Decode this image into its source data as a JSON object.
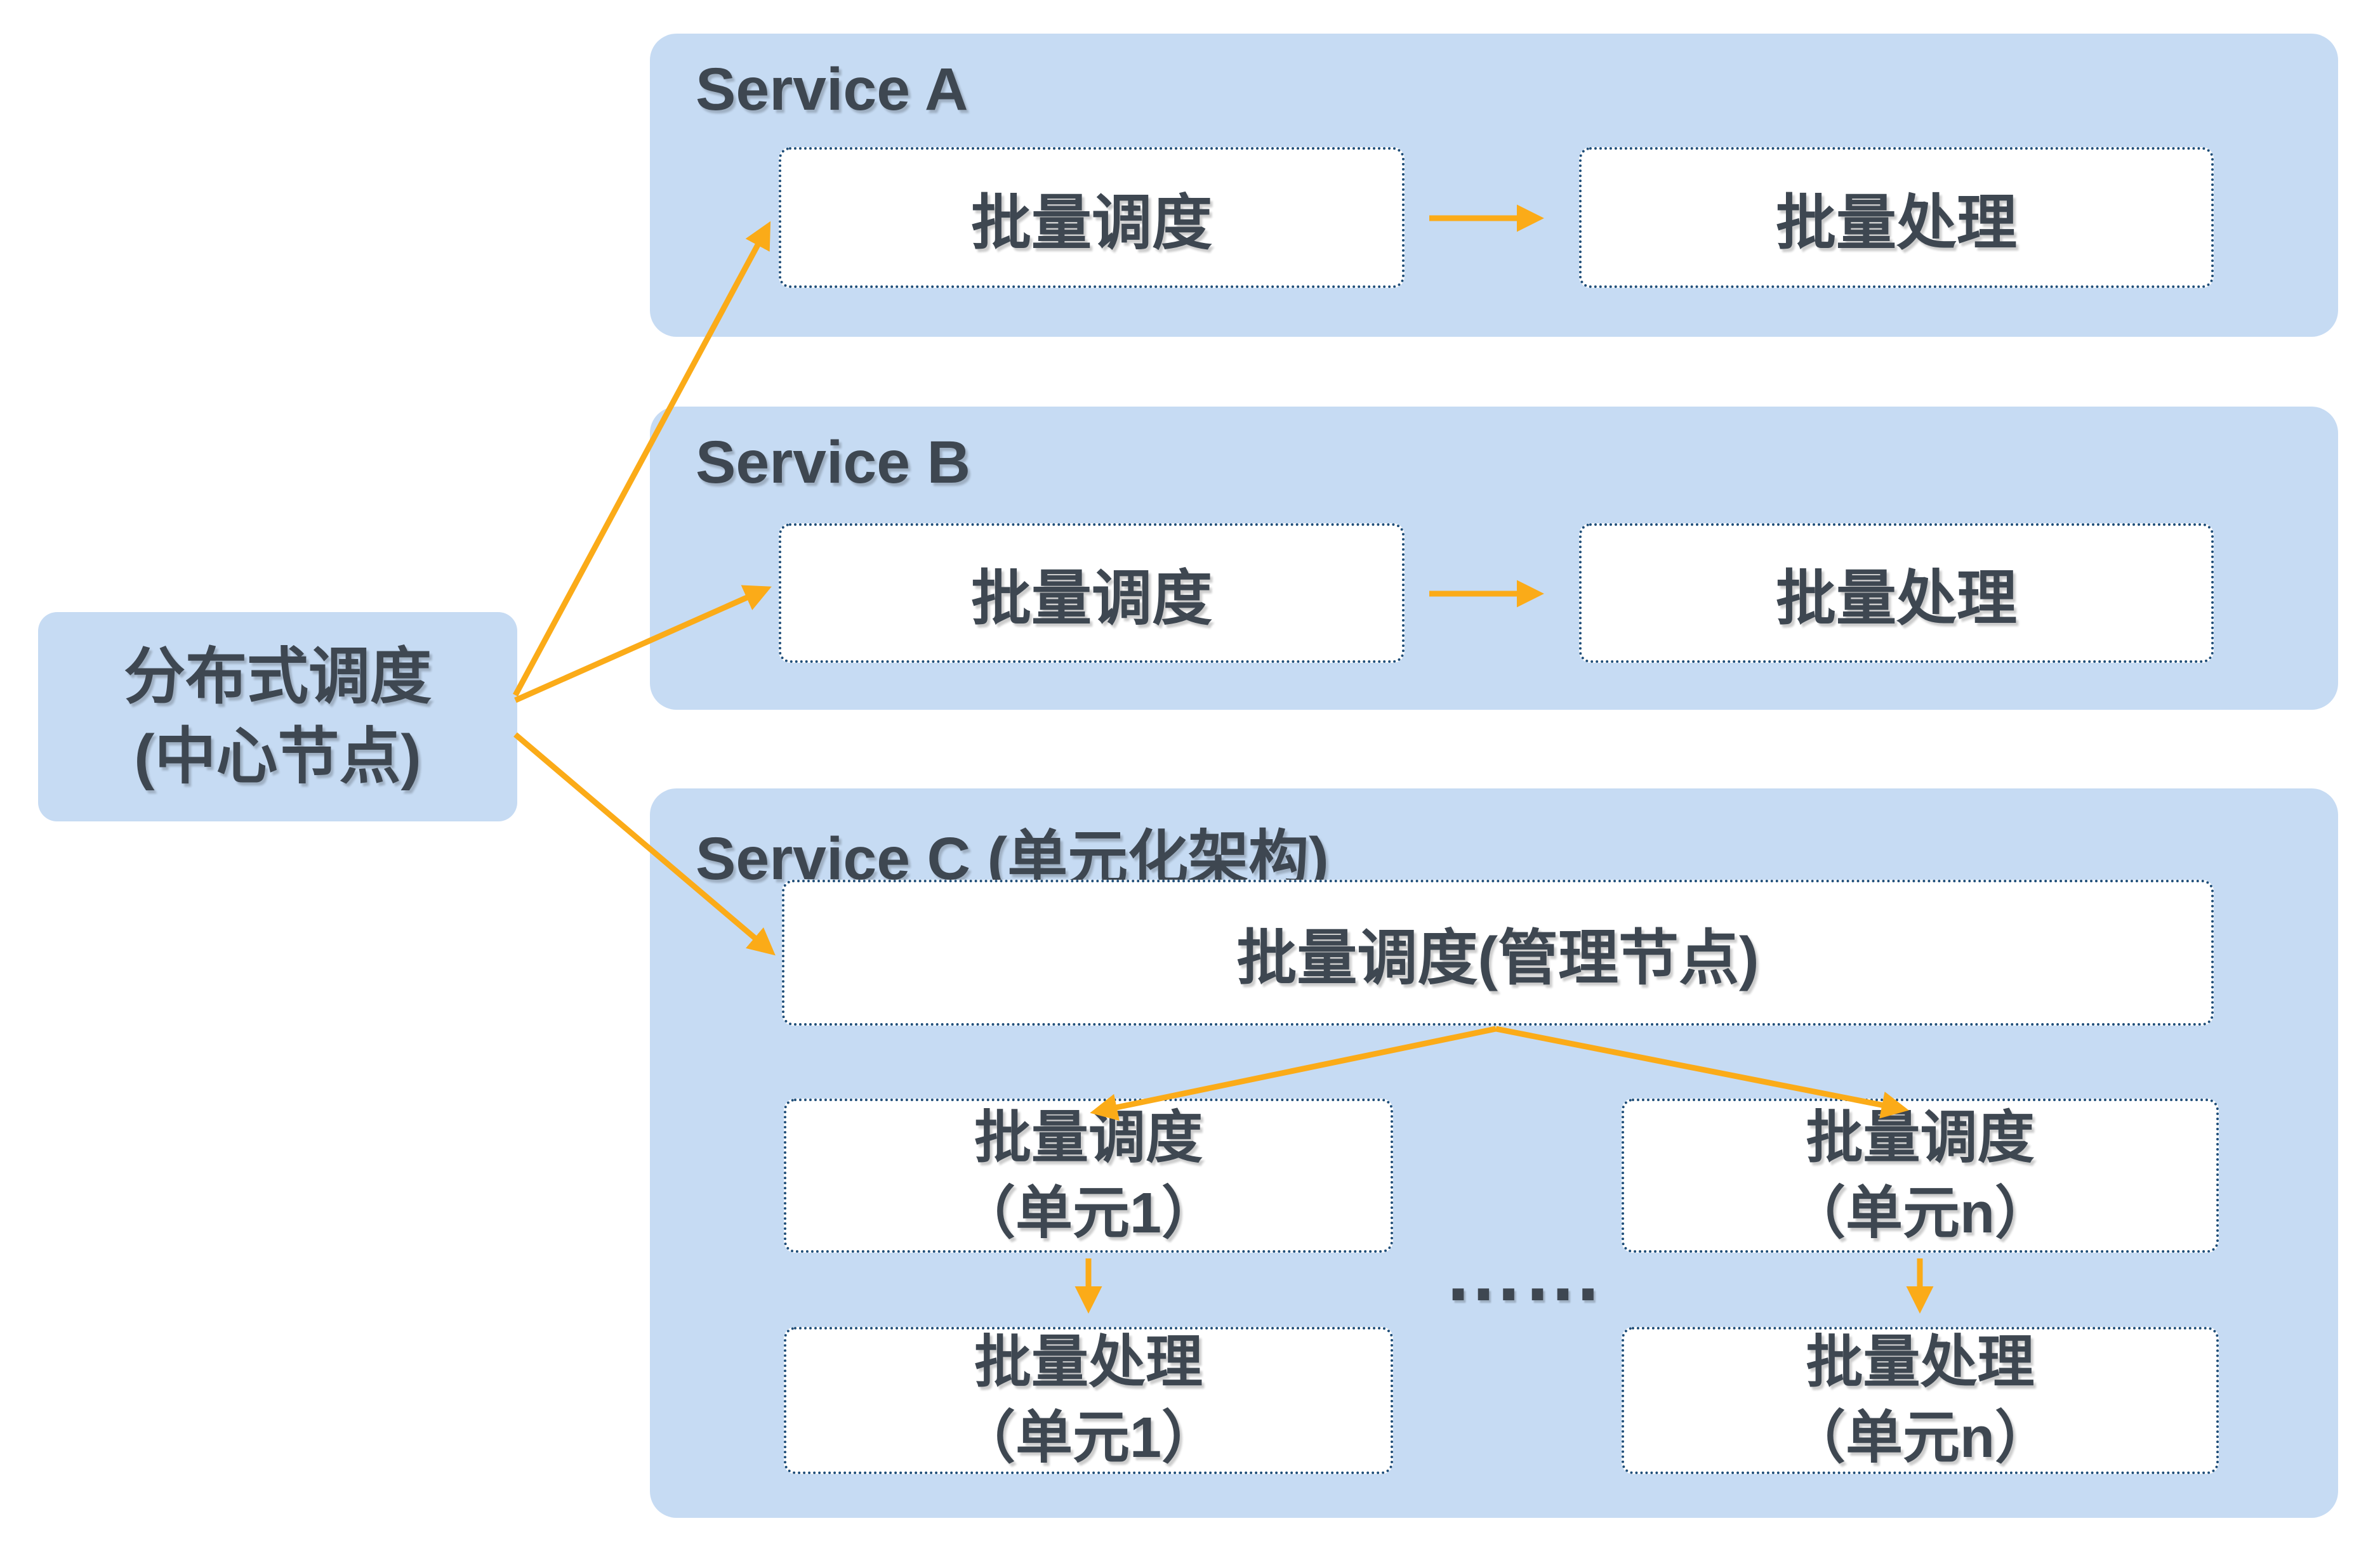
{
  "colors": {
    "canvas_bg": "#ffffff",
    "panel_blue": "#c6dbf3",
    "box_white": "#ffffff",
    "box_border": "#1f4e79",
    "arrow": "#fbab18",
    "text": "#3e4751"
  },
  "hub": {
    "line1": "分布式调度",
    "line2": "(中心节点)"
  },
  "service_a": {
    "title": "Service A",
    "scheduler": "批量调度",
    "processor": "批量处理"
  },
  "service_b": {
    "title": "Service B",
    "scheduler": "批量调度",
    "processor": "批量处理"
  },
  "service_c": {
    "title": "Service C (单元化架构)",
    "management": "批量调度(管理节点)",
    "unit1_scheduler": {
      "line1": "批量调度",
      "line2": "（单元1）"
    },
    "unitn_scheduler": {
      "line1": "批量调度",
      "line2": "（单元n）"
    },
    "unit1_processor": {
      "line1": "批量处理",
      "line2": "（单元1）"
    },
    "unitn_processor": {
      "line1": "批量处理",
      "line2": "（单元n）"
    },
    "ellipsis": "……"
  }
}
